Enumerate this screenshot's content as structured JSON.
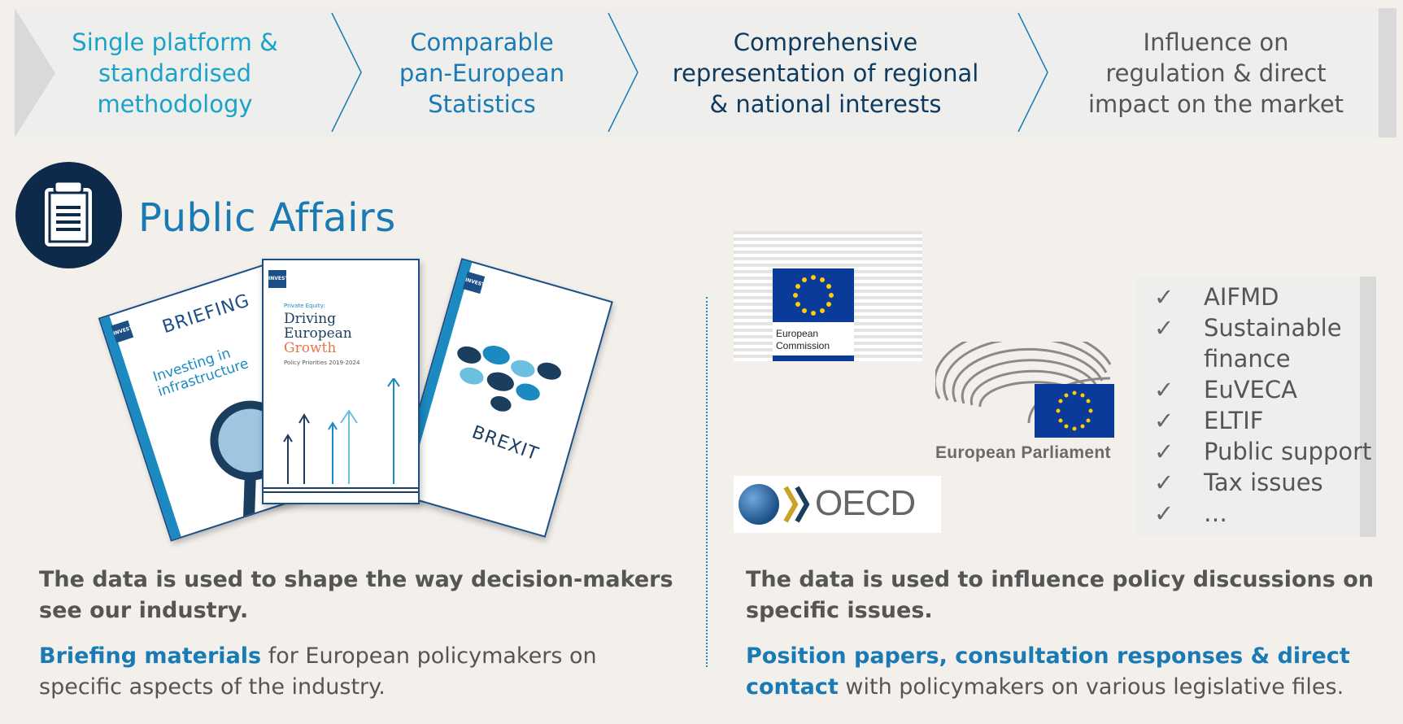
{
  "banner": {
    "steps": [
      {
        "text": "Single platform &\nstandardised\nmethodology",
        "color": "#1aa3c9"
      },
      {
        "text": "Comparable\npan-European\nStatistics",
        "color": "#1a7ab3"
      },
      {
        "text": "Comprehensive\nrepresentation of regional\n& national interests",
        "color": "#0e3a5e"
      },
      {
        "text": "Influence on\nregulation & direct\nimpact on the market",
        "color": "#555555"
      }
    ]
  },
  "section": {
    "title": "Public Affairs",
    "icon": "clipboard-icon"
  },
  "reports": {
    "briefing": {
      "title": "BRIEFING",
      "subtitle": "Investing in infrastructure"
    },
    "growth": {
      "kicker": "Private Equity:",
      "line1": "Driving",
      "line2": "European",
      "line3": "Growth",
      "sub": "Policy Priorities 2019-2024"
    },
    "brexit": {
      "title": "BREXIT"
    }
  },
  "logos": {
    "ec_line1": "European",
    "ec_line2": "Commission",
    "ep_name": "European Parliament",
    "oecd_name": "OECD"
  },
  "checklist": {
    "tick": "✓",
    "items": [
      "AIFMD",
      "Sustainable finance",
      "EuVECA",
      "ELTIF",
      "Public support",
      "Tax issues",
      "…"
    ]
  },
  "left": {
    "bold": "The data is used to shape the way decision-makers see our industry.",
    "highlight": "Briefing materials",
    "rest": " for European policymakers on specific aspects of the industry."
  },
  "right": {
    "bold": "The data is used to influence policy discussions on specific issues.",
    "highlight": "Position papers, consultation responses & direct contact",
    "rest": " with policymakers on various legislative files."
  },
  "colors": {
    "accent": "#1a7ab3",
    "navy": "#0e2a4a",
    "eu_blue": "#0a3a9a",
    "eu_gold": "#ffcc00"
  }
}
